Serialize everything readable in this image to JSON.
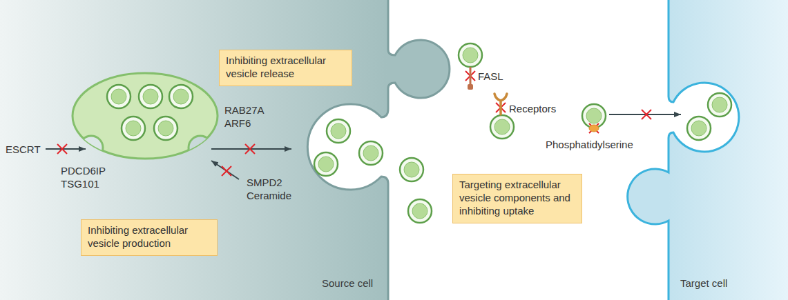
{
  "diagram": {
    "nodes": [
      {
        "text": [
          "Source cell"
        ]
      },
      {
        "text": [
          "Inhibiting extracellular vesicle release"
        ],
        "in": 0
      },
      {
        "text": [
          "Inhibiting extracellular vesicle production"
        ],
        "in": 0
      },
      {
        "text": [
          "Targeting extracellular vesicle components and inhibiting uptake"
        ]
      },
      {
        "text": [
          "Target cell"
        ]
      }
    ],
    "labels": [
      "ESCRT",
      "PDCD6IP TSG101",
      "RAB27A ARF6",
      "SMPD2 Ceramide",
      "FASL",
      "Receptors",
      "Phosphatidylserine"
    ]
  }
}
